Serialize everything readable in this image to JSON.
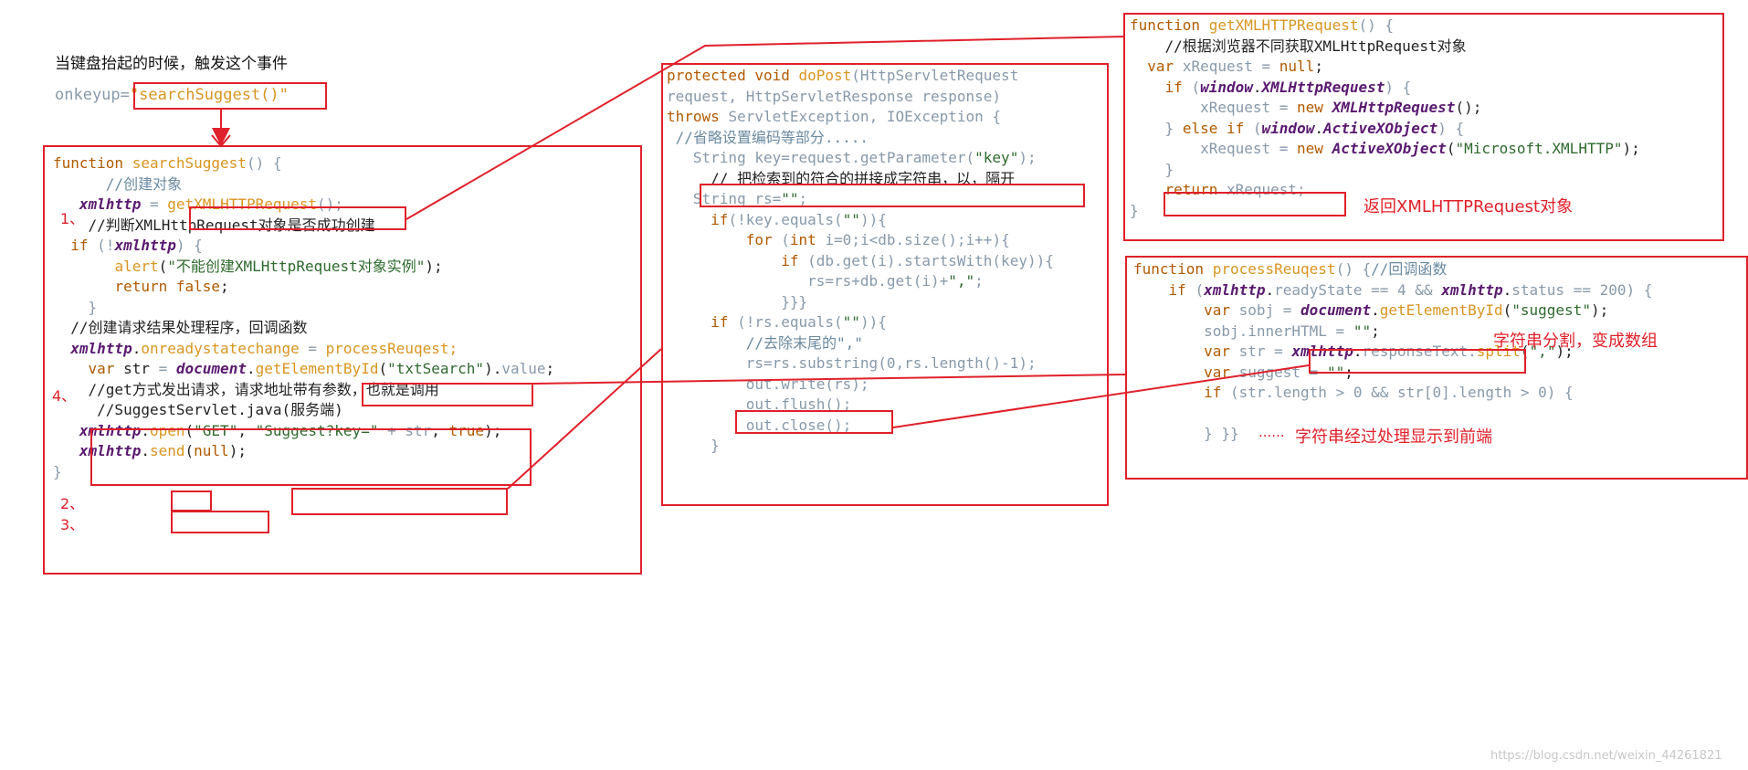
{
  "caption": {
    "line1": "当键盘抬起的时候，触发这个事件",
    "attr_name": "onkeyup=",
    "attr_value": "\"searchSuggest()\""
  },
  "panel_search_suggest": {
    "lines": [
      "function searchSuggest() {",
      "    //创建对象",
      "  xmlhttp = getXMLHTTPRequest();",
      "  //判断XMLHttpRequest对象是否成功创建",
      "  if (!xmlhttp) {",
      "     alert(\"不能创建XMLHttpRequest对象实例\");",
      "     return false;",
      "  }",
      "  //创建请求结果处理程序，回调函数",
      "xmlhttp.onreadystatechange = processReuqest;",
      "  var str = document.getElementById(\"txtSearch\").value;",
      "  //get方式发出请求，请求地址带有参数，也就是调用",
      "   //SuggestServlet.java(服务端)",
      "  xmlhttp.open(\"GET\", \"Suggest?key=\" + str, true);",
      "  xmlhttp.send(null);",
      "}"
    ],
    "markers": [
      "1、",
      "4、",
      "2、",
      "3、"
    ]
  },
  "panel_do_post": {
    "lines": [
      "protected void doPost(HttpServletRequest",
      "request, HttpServletResponse response)",
      "throws ServletException, IOException {",
      " //省略设置编码等部分.....",
      "   String key=request.getParameter(\"key\");",
      "   // 把检索到的符合的拼接成字符串，以，隔开",
      "   String rs=\"\";",
      "     if(!key.equals(\"\")){",
      "        for (int i=0;i<db.size();i++){",
      "            if (db.get(i).startsWith(key)){",
      "               rs=rs+db.get(i)+\",\";",
      "            }}}",
      "     if (!rs.equals(\"\")){",
      "         //去除末尾的\",\"",
      "         rs=rs.substring(0,rs.length()-1);",
      "         out.write(rs);",
      "         out.flush();",
      "         out.close();",
      "     }"
    ]
  },
  "panel_get_xhr": {
    "lines": [
      "function getXMLHTTPRequest() {",
      "    //根据浏览器不同获取XMLHttpRequest对象",
      "  var xRequest = null;",
      "    if (window.XMLHttpRequest) {",
      "        xRequest = new XMLHttpRequest();",
      "    } else if (window.ActiveXObject) {",
      "        xRequest = new ActiveXObject(\"Microsoft.XMLHTTP\");",
      "    }",
      "    return xRequest;",
      "}"
    ],
    "note": "返回XMLHTTPRequest对象"
  },
  "panel_process_request": {
    "lines": [
      "function processReuqest() {//回调函数",
      "    if (xmlhttp.readyState == 4 && xmlhttp.status == 200) {",
      "        var sobj = document.getElementById(\"suggest\");",
      "        sobj.innerHTML = \"\";",
      "        var str = xmlhttp.responseText.split(\",\");",
      "        var suggest = \"\";",
      "        if (str.length > 0 && str[0].length > 0) {",
      "",
      "        } }}"
    ],
    "note_split": "字符串分割，变成数组",
    "note_display_prefix": "......",
    "note_display": "字符串经过处理显示到前端"
  },
  "watermark": "https://blog.csdn.net/weixin_44261821",
  "colors": {
    "accent": "#e0202a"
  }
}
